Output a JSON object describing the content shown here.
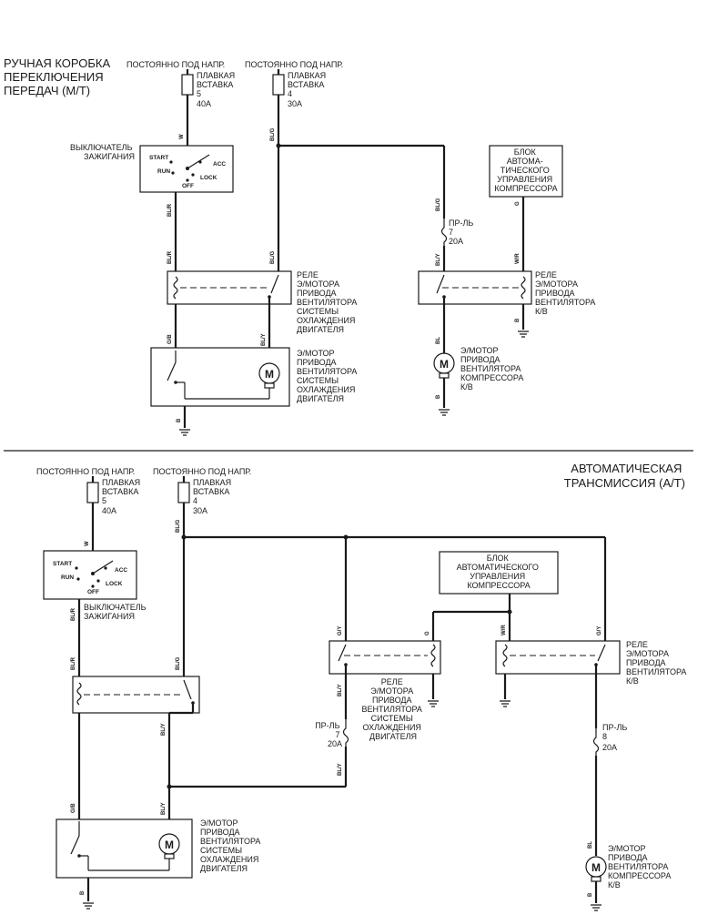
{
  "mt": {
    "title": [
      "РУЧНАЯ КОРОБКА",
      "ПЕРЕКЛЮЧЕНИЯ",
      "ПЕРЕДАЧ (М/Т)"
    ],
    "const_label": "ПОСТОЯННО ПОД НАПР.",
    "fuse5": [
      "ПЛАВКАЯ",
      "ВСТАВКА",
      "5",
      "40A"
    ],
    "fuse4": [
      "ПЛАВКАЯ",
      "ВСТАВКА",
      "4",
      "30A"
    ],
    "ignition_label": [
      "ВЫКЛЮЧАТЕЛЬ",
      "ЗАЖИГАНИЯ"
    ],
    "switch": {
      "start": "START",
      "acc": "ACC",
      "run": "RUN",
      "lock": "LOCK",
      "off": "OFF"
    },
    "compressor_ecu": [
      "БЛОК",
      "АВТОМА-",
      "ТИЧЕСКОГО",
      "УПРАВЛЕНИЯ",
      "КОМПРЕССОРА"
    ],
    "fuse7": [
      "ПР-ЛЬ",
      "7",
      "20A"
    ],
    "relay_engine": [
      "РЕЛЕ",
      "Э/МОТОРА",
      "ПРИВОДА",
      "ВЕНТИЛЯТОРА",
      "СИСТЕМЫ",
      "ОХЛАЖДЕНИЯ",
      "ДВИГАТЕЛЯ"
    ],
    "relay_ac": [
      "РЕЛЕ",
      "Э/МОТОРА",
      "ПРИВОДА",
      "ВЕНТИЛЯТОРА",
      "К/В"
    ],
    "motor_engine": [
      "Э/МОТОР",
      "ПРИВОДА",
      "ВЕНТИЛЯТОРА",
      "СИСТЕМЫ",
      "ОХЛАЖДЕНИЯ",
      "ДВИГАТЕЛЯ"
    ],
    "motor_ac": [
      "Э/МОТОР",
      "ПРИВОДА",
      "ВЕНТИЛЯТОРА",
      "КОМПРЕССОРА",
      "К/В"
    ],
    "wires": {
      "w": "W",
      "blg": "BL/G",
      "blr": "BL/R",
      "gb": "G/B",
      "bly": "BL/Y",
      "b": "B",
      "g": "G",
      "wr": "W/R",
      "bl": "BL"
    }
  },
  "at": {
    "title": [
      "АВТОМАТИЧЕСКАЯ",
      "ТРАНСМИССИЯ (А/Т)"
    ],
    "const_label": "ПОСТОЯННО ПОД НАПР.",
    "fuse5": [
      "ПЛАВКАЯ",
      "ВСТАВКА",
      "5",
      "40A"
    ],
    "fuse4": [
      "ПЛАВКАЯ",
      "ВСТАВКА",
      "4",
      "30A"
    ],
    "ignition_label": [
      "ВЫКЛЮЧАТЕЛЬ",
      "ЗАЖИГАНИЯ"
    ],
    "switch": {
      "start": "START",
      "acc": "ACC",
      "run": "RUN",
      "lock": "LOCK",
      "off": "OFF"
    },
    "compressor_ecu": [
      "БЛОК",
      "АВТОМАТИЧЕСКОГО",
      "УПРАВЛЕНИЯ",
      "КОМПРЕССОРА"
    ],
    "fuse7": [
      "ПР-ЛЬ",
      "7",
      "20A"
    ],
    "fuse8": [
      "ПР-ЛЬ",
      "8",
      "20A"
    ],
    "relay_engine": [
      "РЕЛЕ",
      "Э/МОТОРА",
      "ПРИВОДА",
      "ВЕНТИЛЯТОРА",
      "СИСТЕМЫ",
      "ОХЛАЖДЕНИЯ",
      "ДВИГАТЕЛЯ"
    ],
    "relay_ac": [
      "РЕЛЕ",
      "Э/МОТОРА",
      "ПРИВОДА",
      "ВЕНТИЛЯТОРА",
      "К/В"
    ],
    "motor_engine": [
      "Э/МОТОР",
      "ПРИВОДА",
      "ВЕНТИЛЯТОРА",
      "СИСТЕМЫ",
      "ОХЛАЖДЕНИЯ",
      "ДВИГАТЕЛЯ"
    ],
    "motor_ac": [
      "Э/МОТОР",
      "ПРИВОДА",
      "ВЕНТИЛЯТОРА",
      "КОМПРЕССОРА",
      "К/В"
    ],
    "wires": {
      "w": "W",
      "blg": "BL/G",
      "blr": "BL/R",
      "gb": "G/B",
      "bly": "BL/Y",
      "b": "B",
      "g": "G",
      "gy": "G/Y",
      "wr": "W/R",
      "bl": "BL"
    }
  },
  "motor_symbol": "M"
}
